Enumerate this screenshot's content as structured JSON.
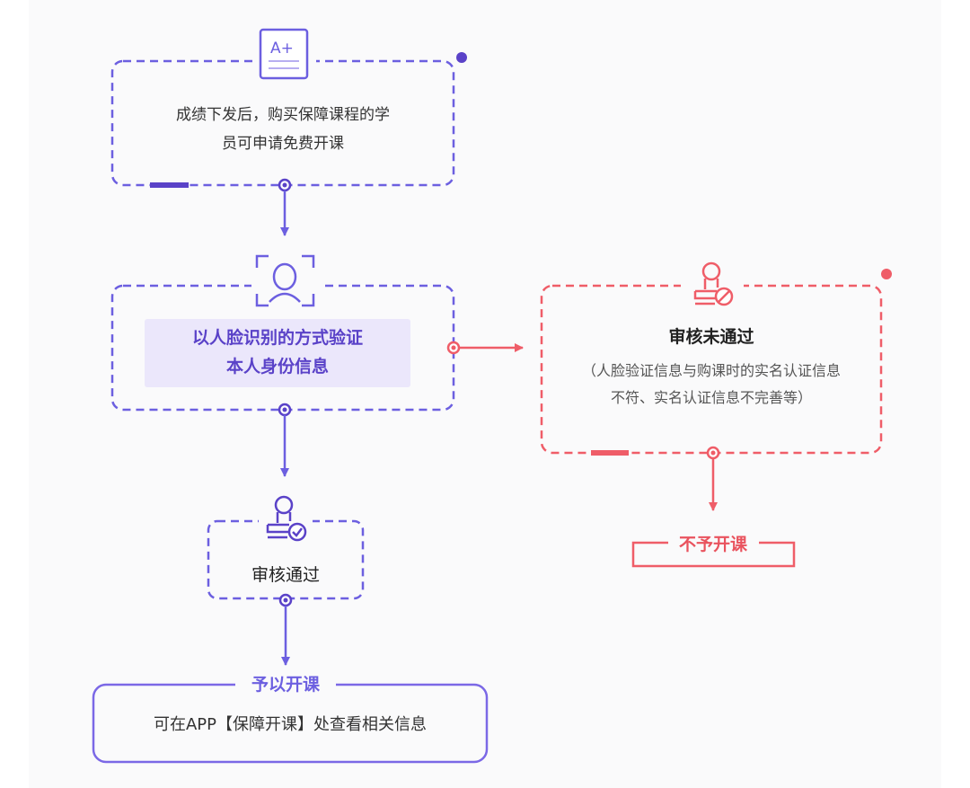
{
  "steps": {
    "step1": {
      "line1": "成绩下发后，购买保障课程的学",
      "line2": "员可申请免费开课"
    },
    "step2": {
      "line1": "以人脸识别的方式验证",
      "line2": "本人身份信息"
    },
    "pass": {
      "label": "审核通过"
    },
    "grant": {
      "title": "予以开课",
      "body": "可在APP【保障开课】处查看相关信息"
    },
    "fail": {
      "title": "审核未通过",
      "body": "（人脸验证信息与购课时的实名认证信息不符、实名认证信息不完善等）"
    },
    "deny": {
      "label": "不予开课"
    }
  },
  "icons": {
    "grade": "grade-a-plus-icon",
    "face": "face-scan-icon",
    "approved": "stamp-check-icon",
    "rejected": "stamp-forbidden-icon"
  },
  "colors": {
    "purple": "#6c5fe0",
    "purple_dark": "#5a42c8",
    "red": "#ef5d68",
    "highlight": "#ebe7fb"
  }
}
